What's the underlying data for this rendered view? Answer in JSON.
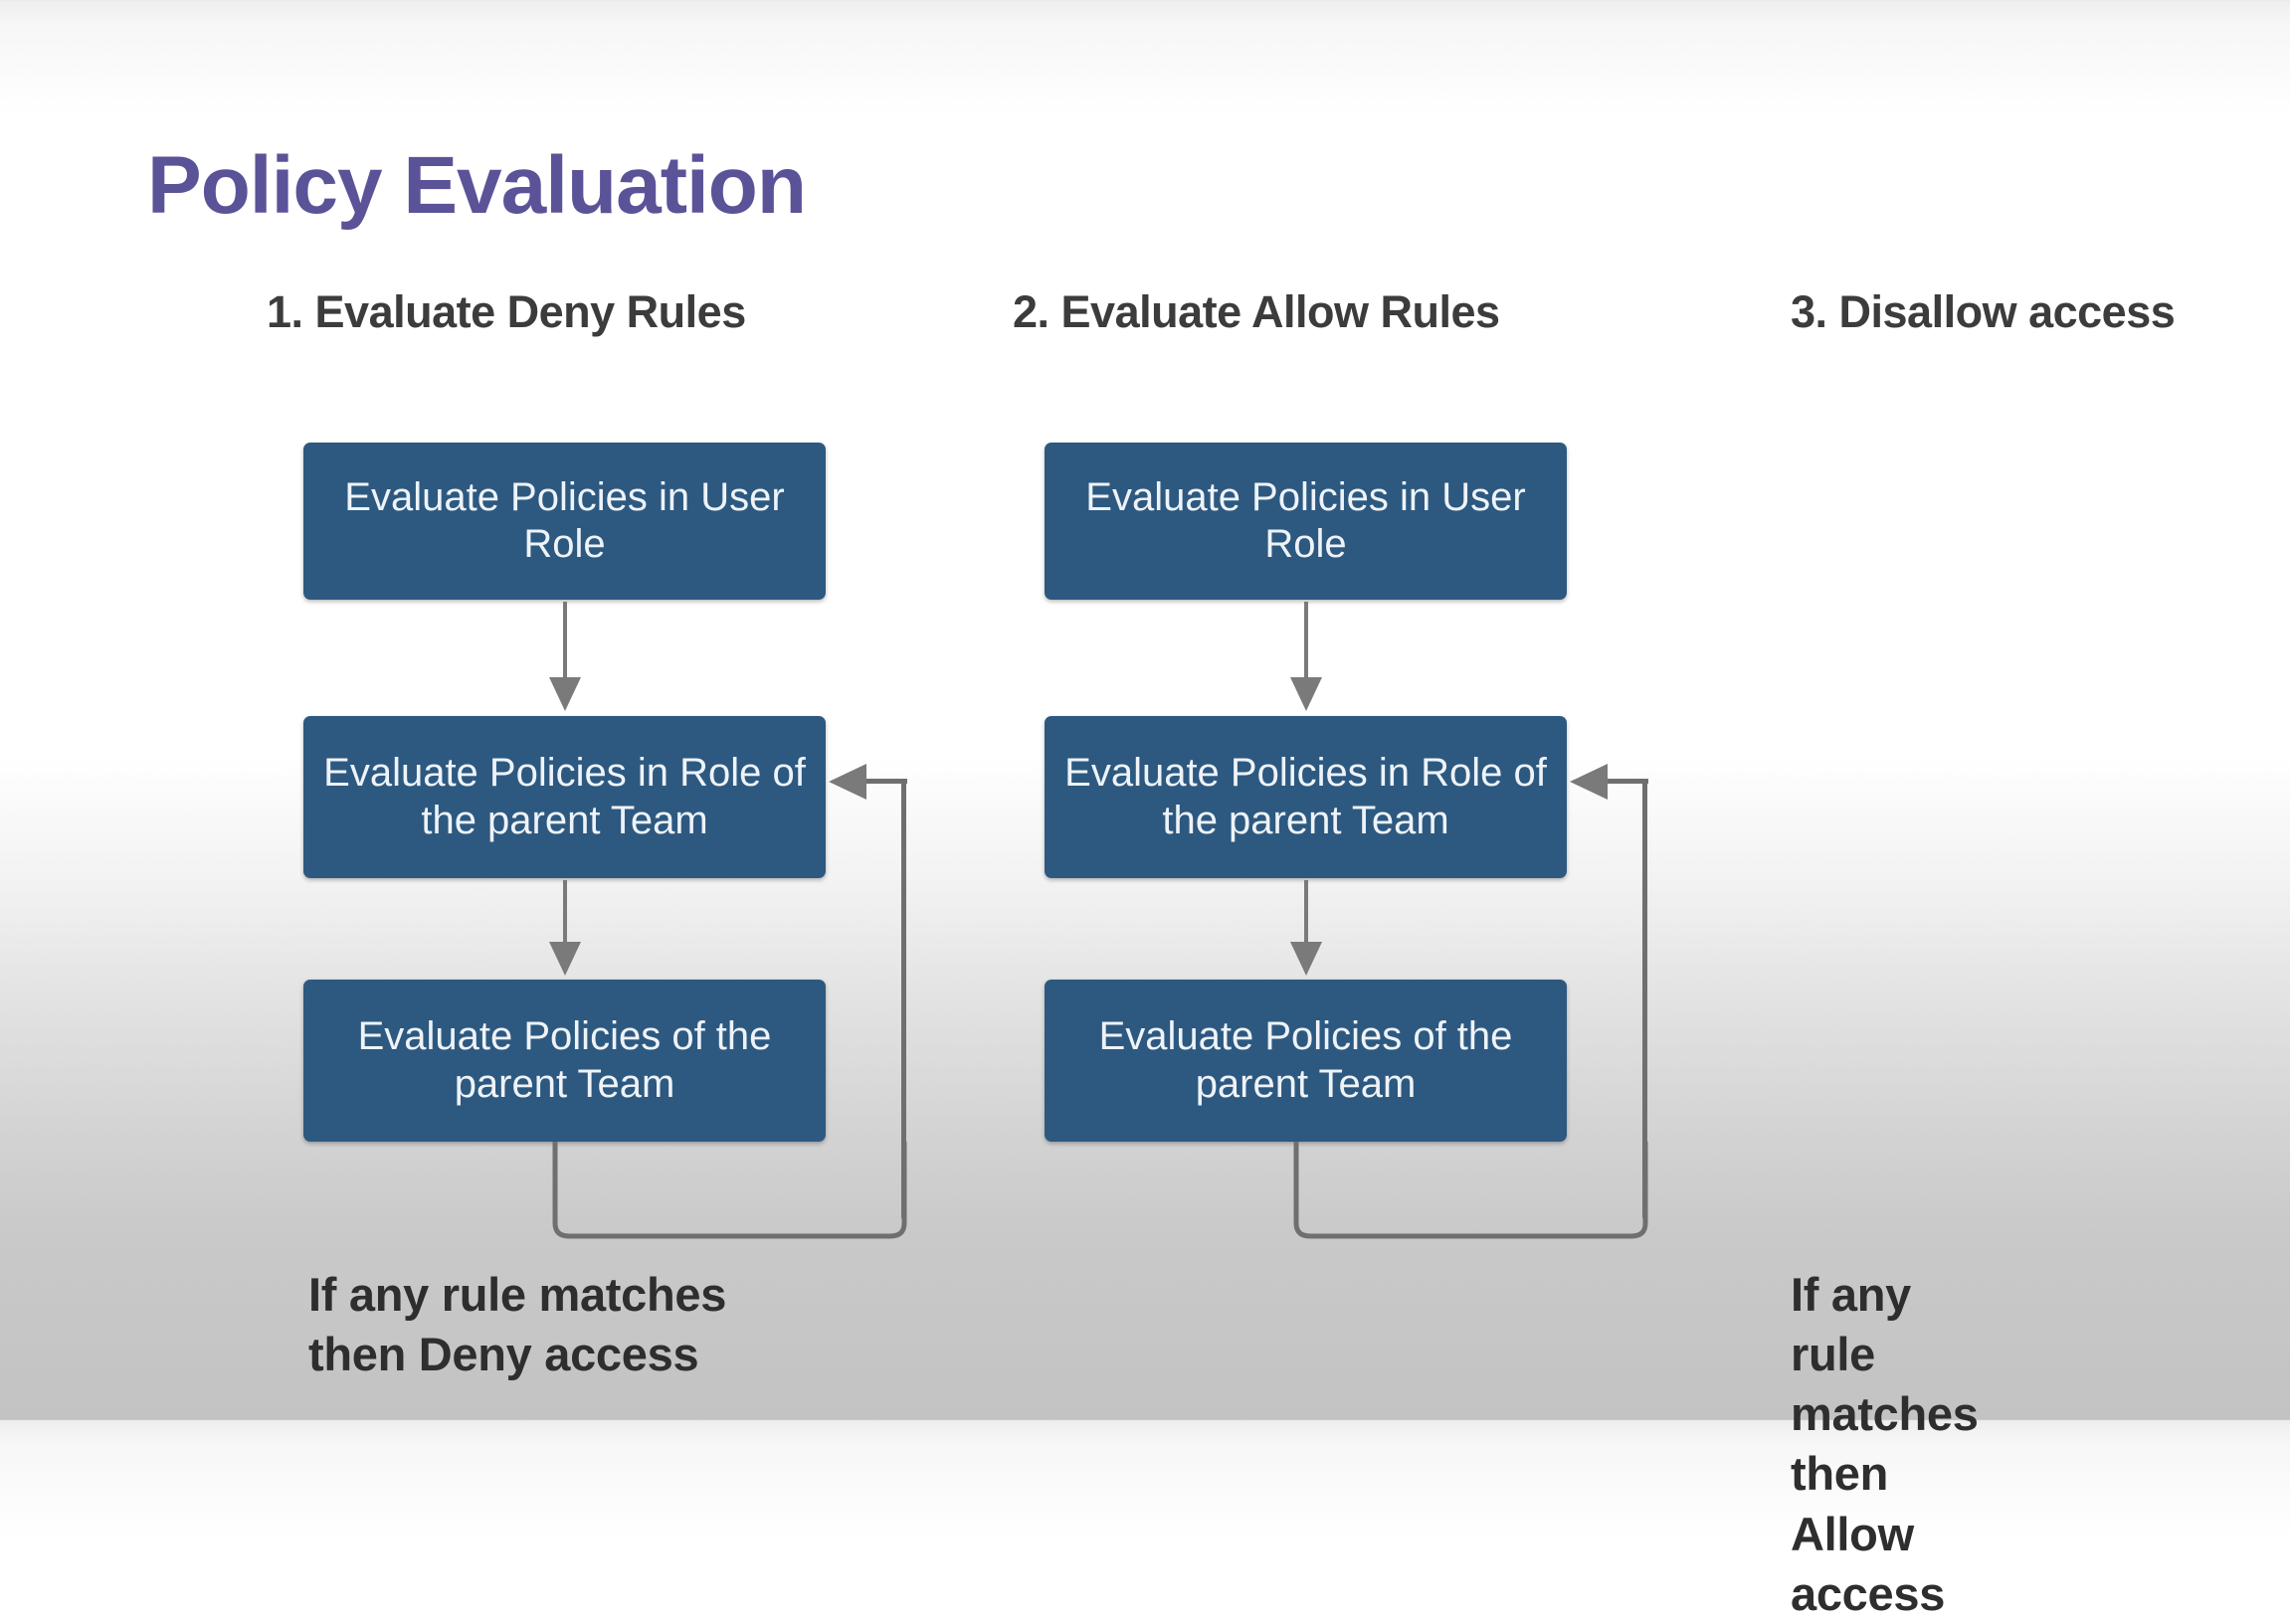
{
  "slide": {
    "title": "Policy Evaluation",
    "title_color": "#5b5398",
    "background_top_color": "#ffffff",
    "background_bottom_color": "#c3c3c3"
  },
  "steps": [
    {
      "label": "1. Evaluate Deny Rules"
    },
    {
      "label": "2. Evaluate Allow Rules"
    },
    {
      "label": "3. Disallow access"
    }
  ],
  "columns": [
    {
      "name": "deny-rules",
      "box_color": "#2d5980",
      "box_text_color": "#eef3f8",
      "boxes": [
        {
          "label": "Evaluate Policies in User Role"
        },
        {
          "label": "Evaluate Policies in Role of the parent Team"
        },
        {
          "label": "Evaluate Policies of the parent Team"
        }
      ],
      "caption": "If any rule matches\nthen Deny access"
    },
    {
      "name": "allow-rules",
      "box_color": "#2d5980",
      "box_text_color": "#eef3f8",
      "boxes": [
        {
          "label": "Evaluate Policies in User Role"
        },
        {
          "label": "Evaluate Policies in Role of the parent Team"
        },
        {
          "label": "Evaluate Policies of the parent Team"
        }
      ],
      "caption": "If any rule matches\nthen Allow access"
    }
  ],
  "connector_color": "#7a7a7a"
}
